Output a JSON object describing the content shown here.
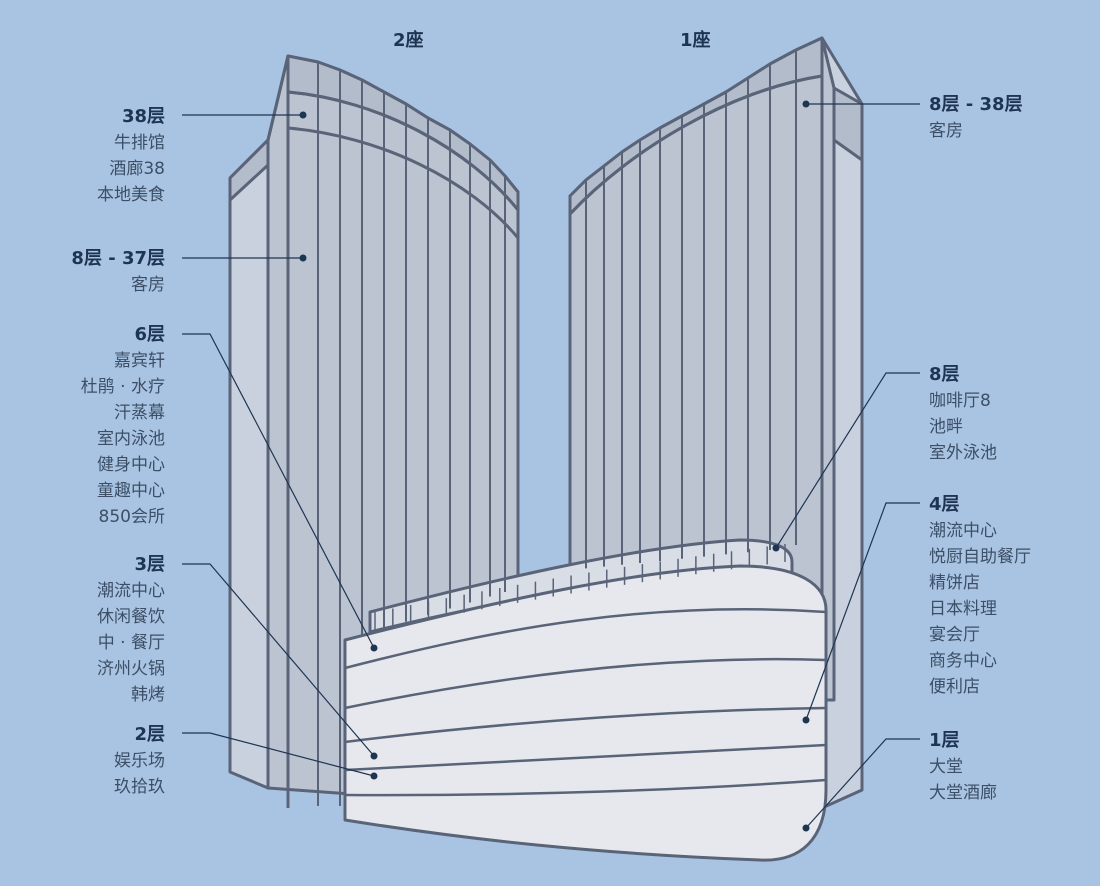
{
  "towers": [
    {
      "label": "2座"
    },
    {
      "label": "1座"
    }
  ],
  "labels_left": [
    {
      "title": "38层",
      "items": [
        "牛排馆",
        "酒廊38",
        "本地美食"
      ]
    },
    {
      "title": "8层 - 37层",
      "items": [
        "客房"
      ]
    },
    {
      "title": "6层",
      "items": [
        "嘉宾轩",
        "杜鹃 · 水疗",
        "汗蒸幕",
        "室内泳池",
        "健身中心",
        "童趣中心",
        "850会所"
      ]
    },
    {
      "title": "3层",
      "items": [
        "潮流中心",
        "休闲餐饮",
        "中 · 餐厅",
        "济州火锅",
        "韩烤"
      ]
    },
    {
      "title": "2层",
      "items": [
        "娱乐场",
        "玖拾玖"
      ]
    }
  ],
  "labels_right": [
    {
      "title": "8层 - 38层",
      "items": [
        "客房"
      ]
    },
    {
      "title": "8层",
      "items": [
        "咖啡厅8",
        "池畔",
        "室外泳池"
      ]
    },
    {
      "title": "4层",
      "items": [
        "潮流中心",
        "悦厨自助餐厅",
        "精饼店",
        "日本料理",
        "宴会厅",
        "商务中心",
        "便利店"
      ]
    },
    {
      "title": "1层",
      "items": [
        "大堂",
        "大堂酒廊"
      ]
    }
  ],
  "colors": {
    "background": "#a9c4e3",
    "building_stroke": "#5a6478",
    "facade_light": "#c9d1de",
    "facade_mid": "#b3bccb",
    "podium": "#e6e8ee",
    "leader": "#1e3552"
  }
}
